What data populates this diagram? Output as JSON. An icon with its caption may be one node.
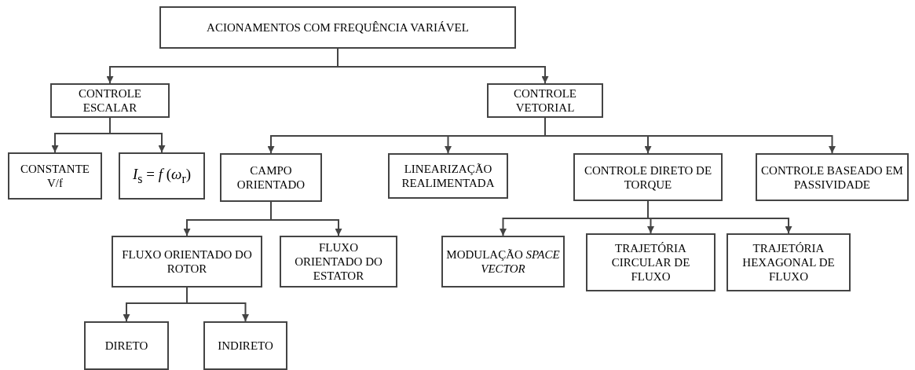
{
  "diagram": {
    "nodes": [
      {
        "text": [
          "ACIONAMENTOS COM FREQUÊNCIA VARIÁVEL"
        ]
      },
      {
        "text": [
          "CONTROLE ESCALAR"
        ]
      },
      {
        "text": [
          "CONTROLE VETORIAL"
        ]
      },
      {
        "text": [
          "CONSTANTE V/f"
        ]
      },
      {
        "text": [
          "*I*$_{s}$ = *f* (*ω*$_{r}$)"
        ]
      },
      {
        "text": [
          "CAMPO ORIENTADO"
        ]
      },
      {
        "text": [
          "LINEARIZAÇÃO REALIMENTADA"
        ]
      },
      {
        "text": [
          "CONTROLE DIRETO DE TORQUE"
        ]
      },
      {
        "text": [
          "CONTROLE BASEADO EM PASSIVIDADE"
        ]
      },
      {
        "text": [
          "FLUXO ORIENTADO DO ROTOR"
        ]
      },
      {
        "text": [
          "FLUXO ORIENTADO DO ESTATOR"
        ]
      },
      {
        "text": [
          "MODULAÇÃO *SPACE VECTOR*"
        ]
      },
      {
        "text": [
          "TRAJETÓRIA CIRCULAR DE FLUXO"
        ]
      },
      {
        "text": [
          "TRAJETÓRIA HEXAGONAL DE FLUXO"
        ]
      },
      {
        "text": [
          "DIRETO"
        ]
      },
      {
        "text": [
          "INDIRETO"
        ]
      }
    ],
    "edges": [
      {
        "from": 0,
        "to": 1,
        "arrow": "to"
      },
      {
        "from": 0,
        "to": 2,
        "arrow": "to"
      },
      {
        "from": 1,
        "to": 3,
        "arrow": "to"
      },
      {
        "from": 1,
        "to": 4,
        "arrow": "to"
      },
      {
        "from": 2,
        "to": 5,
        "arrow": "to"
      },
      {
        "from": 2,
        "to": 6,
        "arrow": "to"
      },
      {
        "from": 2,
        "to": 7,
        "arrow": "to"
      },
      {
        "from": 2,
        "to": 8,
        "arrow": "to"
      },
      {
        "from": 5,
        "to": 9,
        "arrow": "to"
      },
      {
        "from": 5,
        "to": 10,
        "arrow": "to"
      },
      {
        "from": 7,
        "to": 11,
        "arrow": "to"
      },
      {
        "from": 7,
        "to": 12,
        "arrow": "to"
      },
      {
        "from": 7,
        "to": 13,
        "arrow": "to"
      },
      {
        "from": 9,
        "to": 14,
        "arrow": "to"
      },
      {
        "from": 9,
        "to": 15,
        "arrow": "to"
      }
    ]
  }
}
